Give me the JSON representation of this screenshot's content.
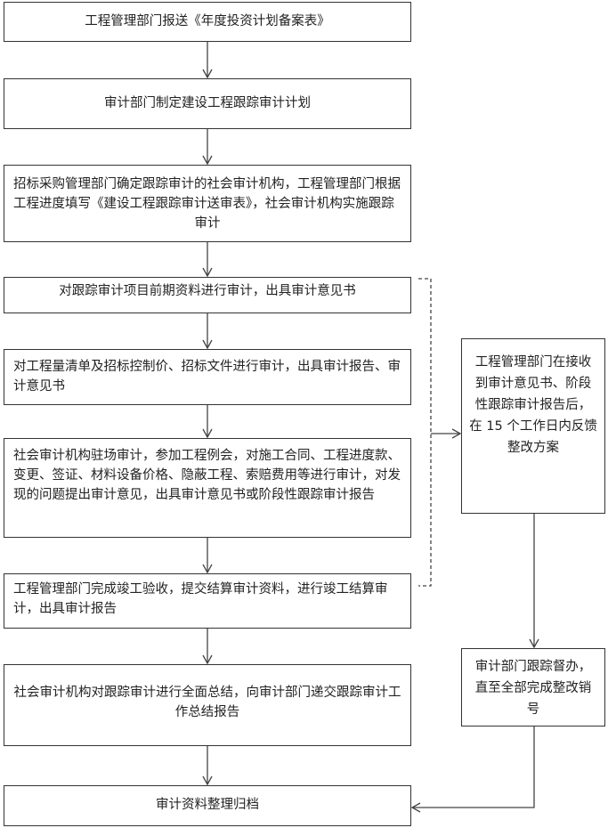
{
  "steps": [
    "工程管理部门报送《年度投资计划备案表》",
    "审计部门制定建设工程跟踪审计计划",
    "招标采购管理部门确定跟踪审计的社会审计机构，工程管理部门根据工程进度填写《建设工程跟踪审计送审表》，社会审计机构实施跟踪审计",
    "对跟踪审计项目前期资料进行审计，出具审计意见书",
    "对工程量清单及招标控制价、招标文件进行审计，出具审计报告、审计意见书",
    "社会审计机构驻场审计，参加工程例会，对施工合同、工程进度款、变更、签证、材料设备价格、隐蔽工程、索赔费用等进行审计，对发现的问题提出审计意见，出具审计意见书或阶段性跟踪审计报告",
    "工程管理部门完成竣工验收，提交结算审计资料，进行竣工结算审计，出具审计报告",
    "社会审计机构对跟踪审计进行全面总结，向审计部门递交跟踪审计工作总结报告",
    "审计资料整理归档"
  ],
  "side": [
    "工程管理部门在接收到审计意见书、阶段性跟踪审计报告后，在 15 个工作日内反馈整改方案",
    "审计部门跟踪督办，直至全部完成整改销号"
  ]
}
